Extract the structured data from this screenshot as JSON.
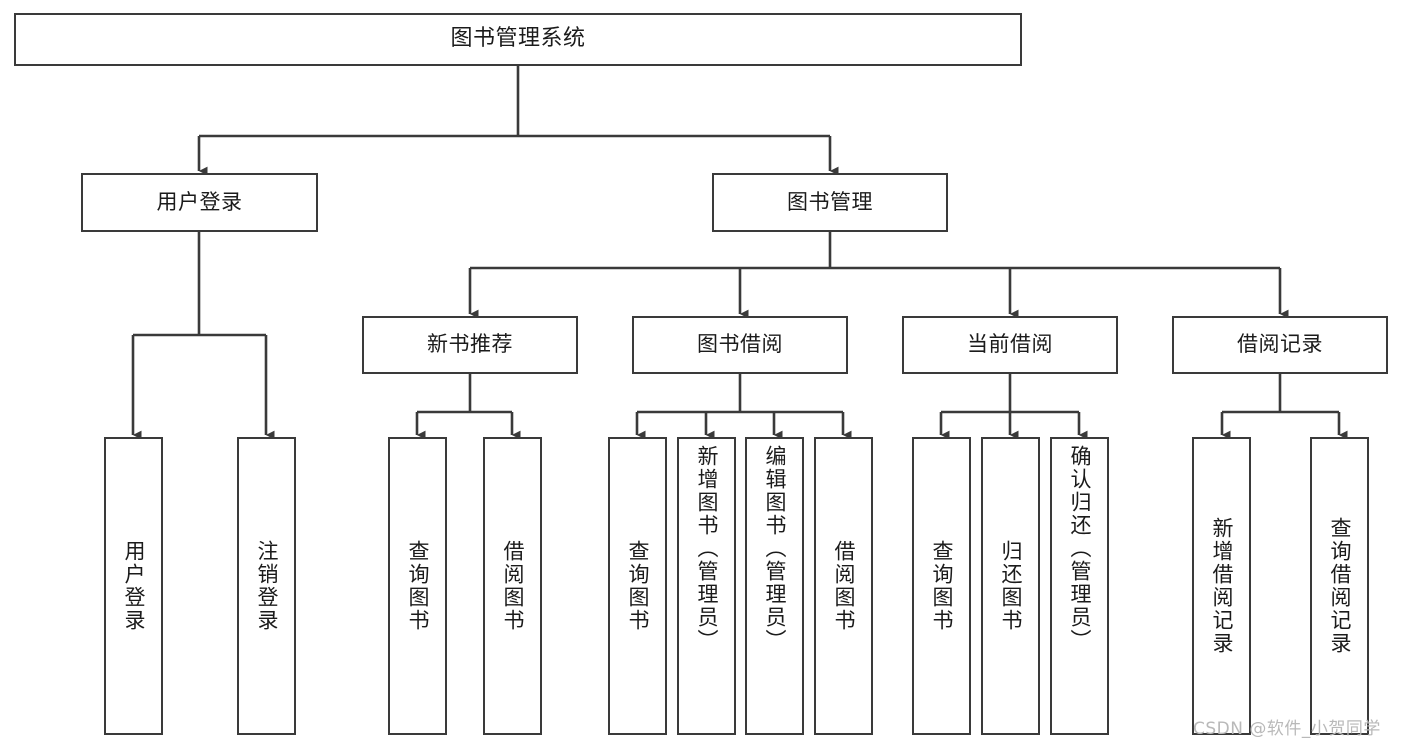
{
  "diagram": {
    "title": "图书管理系统",
    "type": "hierarchy-tree",
    "root": {
      "id": "root",
      "label": "图书管理系统"
    },
    "level2": [
      {
        "id": "user-login",
        "label": "用户登录"
      },
      {
        "id": "book-management",
        "label": "图书管理"
      }
    ],
    "level3": [
      {
        "id": "new-book-recommend",
        "label": "新书推荐",
        "parent": "book-management"
      },
      {
        "id": "book-borrow",
        "label": "图书借阅",
        "parent": "book-management"
      },
      {
        "id": "current-borrow",
        "label": "当前借阅",
        "parent": "book-management"
      },
      {
        "id": "borrow-record",
        "label": "借阅记录",
        "parent": "book-management"
      }
    ],
    "leaves": {
      "user-login": [
        {
          "id": "leaf-user-login",
          "label": "用户登录"
        },
        {
          "id": "leaf-logout",
          "label": "注销登录"
        }
      ],
      "new-book-recommend": [
        {
          "id": "leaf-query-book-1",
          "label": "查询图书"
        },
        {
          "id": "leaf-borrow-book-1",
          "label": "借阅图书"
        }
      ],
      "book-borrow": [
        {
          "id": "leaf-query-book-2",
          "label": "查询图书"
        },
        {
          "id": "leaf-add-book",
          "label": "新增图书（管理员）"
        },
        {
          "id": "leaf-edit-book",
          "label": "编辑图书（管理员）"
        },
        {
          "id": "leaf-borrow-book-2",
          "label": "借阅图书"
        }
      ],
      "current-borrow": [
        {
          "id": "leaf-query-book-3",
          "label": "查询图书"
        },
        {
          "id": "leaf-return-book",
          "label": "归还图书"
        },
        {
          "id": "leaf-confirm-return",
          "label": "确认归还（管理员）"
        }
      ],
      "borrow-record": [
        {
          "id": "leaf-add-record",
          "label": "新增借阅记录"
        },
        {
          "id": "leaf-query-record",
          "label": "查询借阅记录"
        }
      ]
    }
  },
  "watermark": {
    "text": "CSDN @软件_小贺同学"
  },
  "colors": {
    "box_border": "#3a3a3a",
    "connector": "#3a3a3a",
    "background": "#ffffff",
    "text": "#1b1b1b",
    "watermark": "#b9b9b9"
  }
}
